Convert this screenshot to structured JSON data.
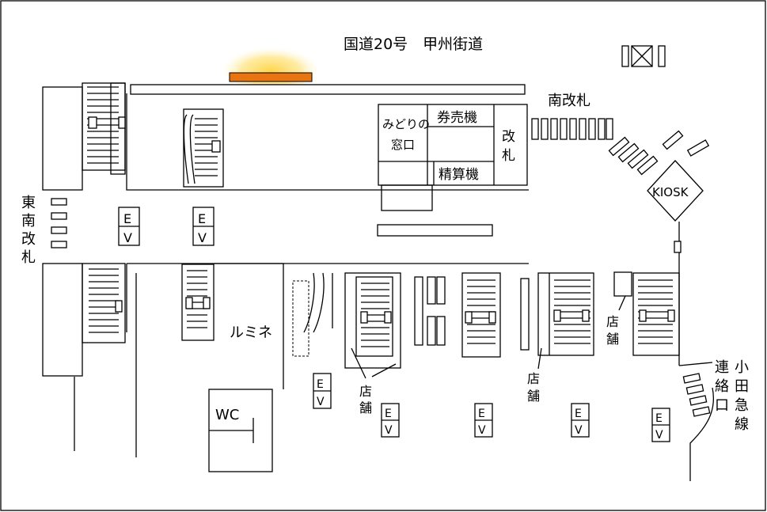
{
  "map": {
    "road_label": "国道20号　甲州街道",
    "south_gate": "南改札",
    "southeast_gate": "東南改札",
    "midori_window_line1": "みどりの",
    "midori_window_line2": "窓口",
    "ticket_machines": "券売機",
    "fare_adjustment": "精算機",
    "gate_vertical": "改札",
    "kiosk": "KIOSK",
    "lumine": "ルミネ",
    "wc": "WC",
    "shop": "店舗",
    "ev_top": "E",
    "ev_bottom": "V",
    "odakyu_col1": "連絡口",
    "odakyu_col2": "小田急線"
  },
  "colors": {
    "highlight_bar": "#E87511",
    "glow": "#FFD54A",
    "line": "#000000"
  }
}
